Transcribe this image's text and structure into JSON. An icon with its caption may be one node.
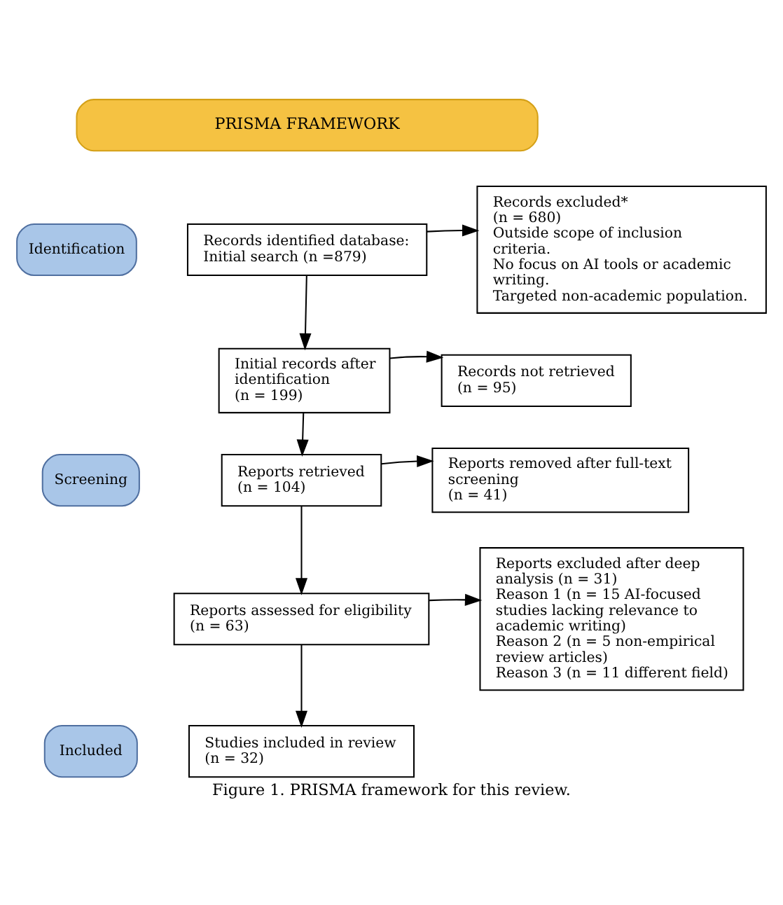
{
  "diagram": {
    "caption": "Figure 1. PRISMA framework for this review.",
    "nodes": [
      {
        "text": [
          "PRISMA FRAMEWORK"
        ]
      },
      {
        "text": [
          "Identification"
        ]
      },
      {
        "text": [
          "Screening"
        ]
      },
      {
        "text": [
          "Included"
        ]
      },
      {
        "text": [
          "Records identified database:",
          "Initial search (n =879)"
        ]
      },
      {
        "text": [
          "Records excluded*",
          "(n = 680)",
          "Outside scope of inclusion criteria.",
          "No focus on AI tools or academic writing.",
          "Targeted non-academic population."
        ]
      },
      {
        "text": [
          "Initial records after identification",
          "(n = 199)"
        ]
      },
      {
        "text": [
          "Records not retrieved",
          "(n = 95)"
        ]
      },
      {
        "text": [
          "Reports retrieved",
          "(n = 104)"
        ]
      },
      {
        "text": [
          "Reports removed after full-text screening",
          "(n = 41)"
        ]
      },
      {
        "text": [
          "Reports assessed for eligibility",
          "(n = 63)"
        ]
      },
      {
        "text": [
          "Reports excluded after deep analysis (n = 31)",
          "Reason 1 (n = 15 AI-focused studies lacking relevance to academic writing)",
          "Reason 2 (n = 5 non-empirical review articles)",
          "Reason 3 (n = 11 different field)"
        ]
      },
      {
        "text": [
          "Studies included in review",
          "(n = 32)"
        ]
      }
    ],
    "edges": [
      {
        "from": 4,
        "to": 5,
        "arrow": "to"
      },
      {
        "from": 4,
        "to": 6,
        "arrow": "to"
      },
      {
        "from": 6,
        "to": 7,
        "arrow": "to"
      },
      {
        "from": 6,
        "to": 8,
        "arrow": "to"
      },
      {
        "from": 8,
        "to": 9,
        "arrow": "to"
      },
      {
        "from": 8,
        "to": 10,
        "arrow": "to"
      },
      {
        "from": 10,
        "to": 11,
        "arrow": "to"
      },
      {
        "from": 10,
        "to": 12,
        "arrow": "to"
      }
    ]
  }
}
